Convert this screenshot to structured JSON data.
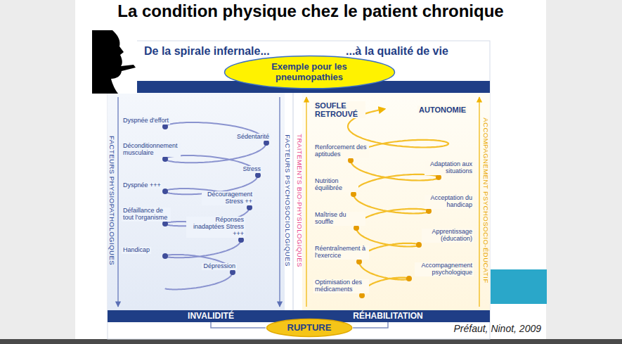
{
  "diagram": {
    "title": "La condition physique chez le patient chronique",
    "caption": "Préfaut, Ninot, 2009",
    "nodes": [
      {
        "text": [
          "De la spirale infernale...",
          "...à la qualité de vie"
        ]
      },
      {
        "text": [
          "Exemple pour les pneumopathies"
        ]
      },
      {
        "text": [
          "INVALIDITÉ"
        ]
      },
      {
        "text": [
          "RUPTURE"
        ]
      },
      {
        "text": [
          "RÉHABILITATION"
        ]
      }
    ],
    "edges": [
      {
        "from": 2,
        "to": 3,
        "arrow": "none"
      },
      {
        "from": 3,
        "to": 4,
        "arrow": "none"
      }
    ],
    "labels": [
      "FACTEURS PHYSIOPATHOLOGIQUES",
      "Dyspnée d'effort",
      "Sédentarité",
      "Déconditionnement musculaire",
      "Stress",
      "Dyspnée +++",
      "Découragement Stress ++",
      "Défaillance de tout l'organisme",
      "Réponses inadaptées Stress +++",
      "Handicap",
      "Dépression",
      "FACTEURS PSYCHOSOCIOLOGIQUES",
      "TRAITEMENTS BIO-PHYSIOLOGIQUES",
      "SOUFLE RETROUVÉ",
      "AUTONOMIE",
      "Renforcement des aptitudes",
      "Adaptation aux situations",
      "Nutrition équilibrée",
      "Acceptation du handicap",
      "Maîtrise du souffle",
      "Apprentissage (éducation)",
      "Réentraînement à l'exercice",
      "Accompagnement psychologique",
      "Optimisation des médicaments",
      "ACCOMPAGNEMENT PSYCHOSOCIO-ÉDUCATIF"
    ]
  }
}
